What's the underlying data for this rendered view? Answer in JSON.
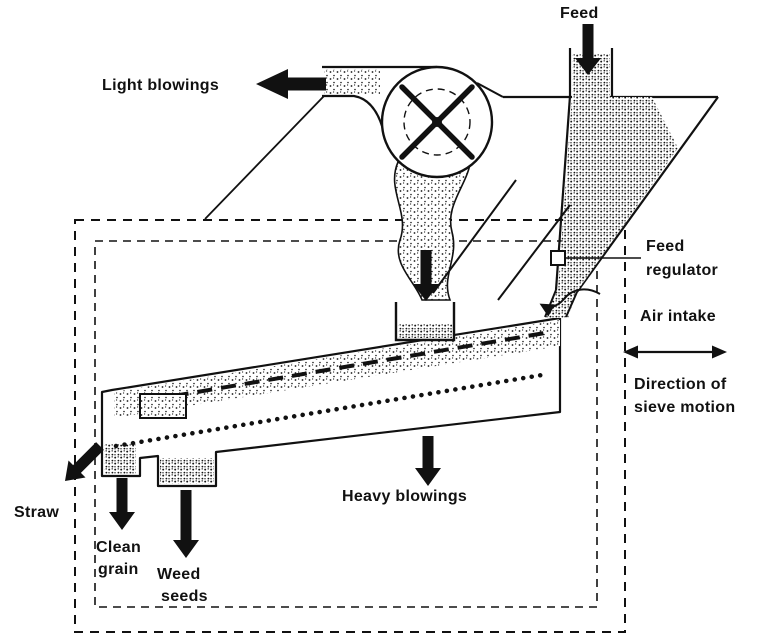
{
  "labels": {
    "feed": "Feed",
    "light_blowings": "Light blowings",
    "feed_regulator_1": "Feed",
    "feed_regulator_2": "regulator",
    "air_intake": "Air intake",
    "sieve_motion_1": "Direction of",
    "sieve_motion_2": "sieve motion",
    "heavy_blowings": "Heavy blowings",
    "straw": "Straw",
    "clean_grain_1": "Clean",
    "clean_grain_2": "grain",
    "weed_seeds_1": "Weed",
    "weed_seeds_2": "seeds"
  },
  "colors": {
    "ink": "#111111",
    "background": "#ffffff"
  }
}
